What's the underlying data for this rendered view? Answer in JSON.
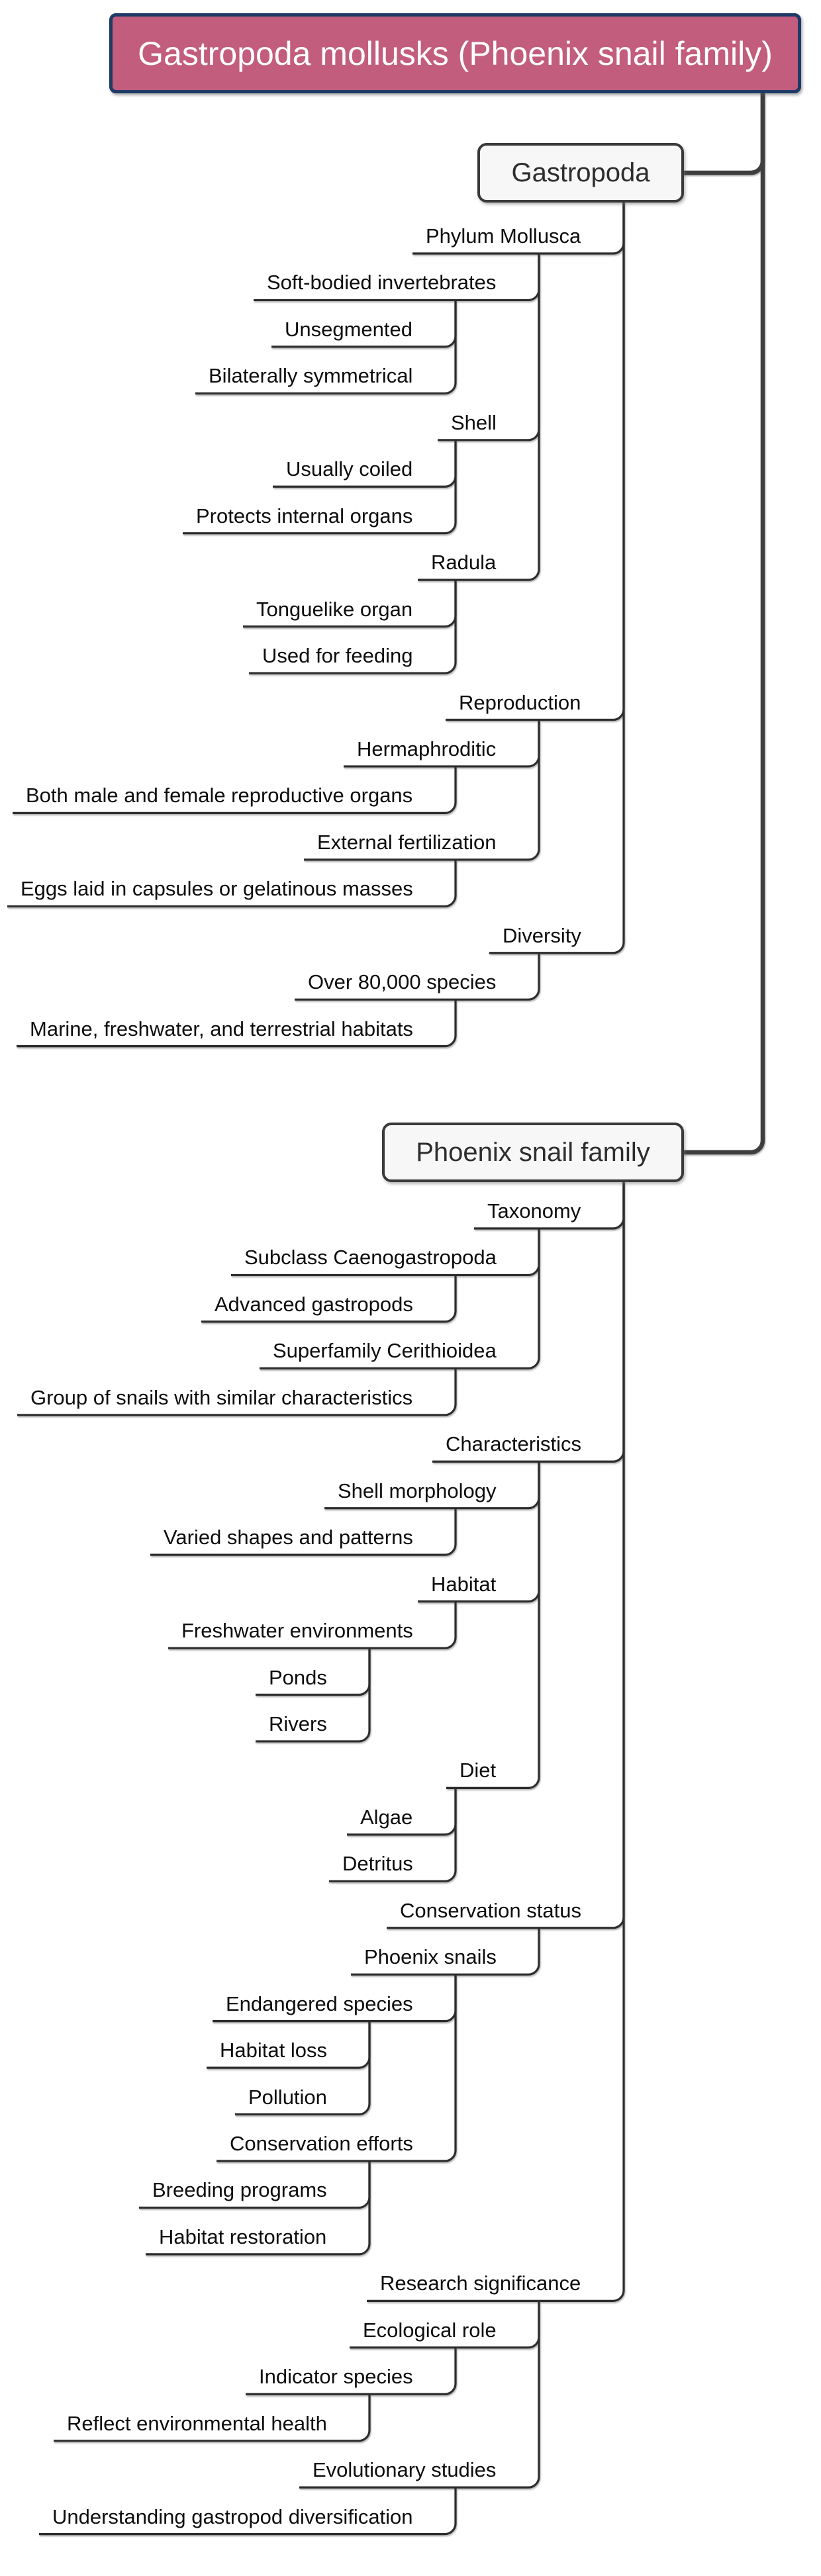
{
  "colors": {
    "background": "#ffffff",
    "root_fill": "#c25d7e",
    "root_border": "#1e3a66",
    "root_text": "#ffffff",
    "box_fill": "#f7f7f7",
    "box_border": "#3a3a3a",
    "box_text": "#2d2d2d",
    "line": "#2d2d2d",
    "thick_line": "#3e3e3e"
  },
  "tree": {
    "label": "Gastropoda mollusks (Phoenix snail family)",
    "kind": "root",
    "children": [
      {
        "label": "Gastropoda",
        "kind": "box",
        "children": [
          {
            "label": "Phylum Mollusca",
            "children": [
              {
                "label": "Soft-bodied invertebrates",
                "children": [
                  {
                    "label": "Unsegmented",
                    "children": []
                  },
                  {
                    "label": "Bilaterally symmetrical",
                    "children": []
                  }
                ]
              },
              {
                "label": "Shell",
                "children": [
                  {
                    "label": "Usually coiled",
                    "children": []
                  },
                  {
                    "label": "Protects internal organs",
                    "children": []
                  }
                ]
              },
              {
                "label": "Radula",
                "children": [
                  {
                    "label": "Tonguelike organ",
                    "children": []
                  },
                  {
                    "label": "Used for feeding",
                    "children": []
                  }
                ]
              }
            ]
          },
          {
            "label": "Reproduction",
            "children": [
              {
                "label": "Hermaphroditic",
                "children": [
                  {
                    "label": "Both male and female reproductive organs",
                    "children": []
                  }
                ]
              },
              {
                "label": "External fertilization",
                "children": [
                  {
                    "label": "Eggs laid in capsules or gelatinous masses",
                    "children": []
                  }
                ]
              }
            ]
          },
          {
            "label": "Diversity",
            "children": [
              {
                "label": "Over 80,000 species",
                "children": [
                  {
                    "label": "Marine, freshwater, and terrestrial habitats",
                    "children": []
                  }
                ]
              }
            ]
          }
        ]
      },
      {
        "label": "Phoenix snail family",
        "kind": "box",
        "children": [
          {
            "label": "Taxonomy",
            "children": [
              {
                "label": "Subclass Caenogastropoda",
                "children": [
                  {
                    "label": "Advanced gastropods",
                    "children": []
                  }
                ]
              },
              {
                "label": "Superfamily Cerithioidea",
                "children": [
                  {
                    "label": "Group of snails with similar characteristics",
                    "children": []
                  }
                ]
              }
            ]
          },
          {
            "label": "Characteristics",
            "children": [
              {
                "label": "Shell morphology",
                "children": [
                  {
                    "label": "Varied shapes and patterns",
                    "children": []
                  }
                ]
              },
              {
                "label": "Habitat",
                "children": [
                  {
                    "label": "Freshwater environments",
                    "children": [
                      {
                        "label": "Ponds",
                        "children": []
                      },
                      {
                        "label": "Rivers",
                        "children": []
                      }
                    ]
                  }
                ]
              },
              {
                "label": "Diet",
                "children": [
                  {
                    "label": "Algae",
                    "children": []
                  },
                  {
                    "label": "Detritus",
                    "children": []
                  }
                ]
              }
            ]
          },
          {
            "label": "Conservation status",
            "children": [
              {
                "label": "Phoenix snails",
                "children": [
                  {
                    "label": "Endangered species",
                    "children": [
                      {
                        "label": "Habitat loss",
                        "children": []
                      },
                      {
                        "label": "Pollution",
                        "children": []
                      }
                    ]
                  },
                  {
                    "label": "Conservation efforts",
                    "children": [
                      {
                        "label": "Breeding programs",
                        "children": []
                      },
                      {
                        "label": "Habitat restoration",
                        "children": []
                      }
                    ]
                  }
                ]
              }
            ]
          },
          {
            "label": "Research significance",
            "children": [
              {
                "label": "Ecological role",
                "children": [
                  {
                    "label": "Indicator species",
                    "children": [
                      {
                        "label": "Reflect environmental health",
                        "children": []
                      }
                    ]
                  }
                ]
              },
              {
                "label": "Evolutionary studies",
                "children": [
                  {
                    "label": "Understanding gastropod diversification",
                    "children": []
                  }
                ]
              }
            ]
          }
        ]
      }
    ]
  }
}
